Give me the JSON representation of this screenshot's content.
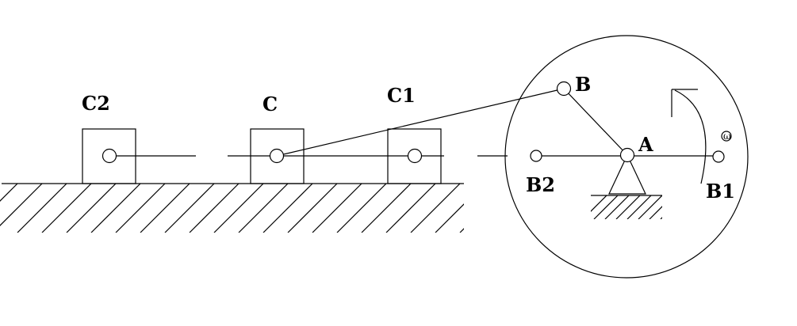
{
  "labels": {
    "c2": "C2",
    "c": "C",
    "c1": "C1",
    "b": "B",
    "a": "A",
    "b2": "B2",
    "b1": "B1",
    "omega": "ω"
  },
  "colors": {
    "stroke": "#000000",
    "background": "#ffffff"
  }
}
